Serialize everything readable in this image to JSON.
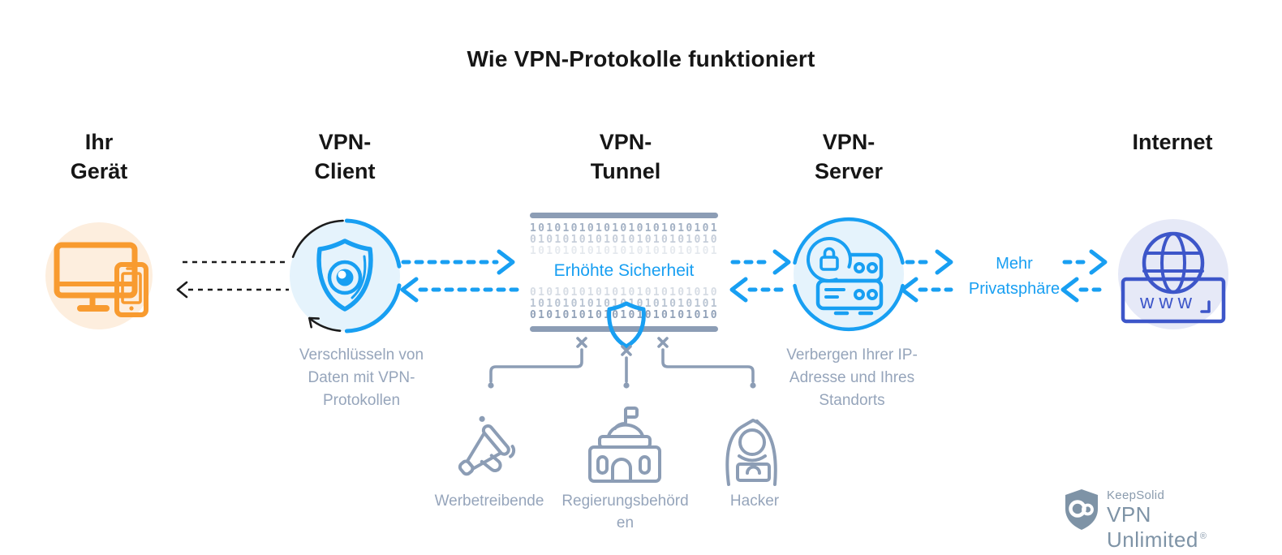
{
  "title": "Wie VPN-Protokolle funktioniert",
  "columns": {
    "device": {
      "label": "Ihr Gerät",
      "icon": "desktop-and-phone-icon"
    },
    "client": {
      "label": "VPN-Client",
      "icon": "shield-eye-icon",
      "caption": "Verschlüsseln von Daten mit VPN-Protokollen"
    },
    "tunnel": {
      "label": "VPN-Tunnel",
      "icon": "binary-tunnel",
      "security_text": "Erhöhte Sicherheit",
      "binary_row_a": "10101010101010101010101",
      "binary_row_b": "01010101010101010101010"
    },
    "server": {
      "label": "VPN-Server",
      "icon": "server-lock-icon",
      "caption": "Verbergen Ihrer IP-Adresse und Ihres Standorts"
    },
    "internet": {
      "label": "Internet",
      "icon": "globe-www-icon",
      "www_text": "www"
    }
  },
  "privacy_label": "Mehr Privatsphäre",
  "threats": {
    "advertisers": {
      "label": "Werbetreibende",
      "icon": "megaphone-icon"
    },
    "government": {
      "label": "Regierungsbehörden",
      "icon": "government-building-icon"
    },
    "hackers": {
      "label": "Hacker",
      "icon": "hacker-icon"
    }
  },
  "logo": {
    "company": "KeepSolid",
    "product": "VPN Unlimited",
    "registered_mark": "®"
  },
  "colors": {
    "accent-blue": "#189ff2",
    "light-blue": "#e5f3fc",
    "accent-orange": "#f89b30",
    "light-orange": "#fdeede",
    "indigo": "#3d56c9",
    "light-indigo": "#e6e9f7",
    "gray": "#8c9db5",
    "gray-text": "#96a5bb",
    "logo-gray": "#7e93a6",
    "heading": "#161616"
  }
}
